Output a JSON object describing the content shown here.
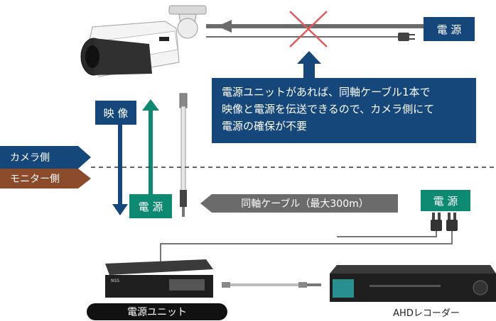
{
  "labels": {
    "power_top": "電 源",
    "power_mid": "電 源",
    "power_right": "電 源",
    "video": "映 像",
    "cable": "同軸ケーブル（最大300m）",
    "camera_side": "カメラ側",
    "monitor_side": "モニター側",
    "power_unit": "電源ユニット",
    "recorder": "AHDレコーダー"
  },
  "callout": {
    "line1": "電源ユニットがあれば、同軸ケーブル1本で",
    "line2": "映像と電源を伝送できるので、カメラ側にて",
    "line3": "電源の確保が不要"
  },
  "colors": {
    "navy": "#16477a",
    "teal": "#0f8a72",
    "gray": "#6b6b6b",
    "brown": "#8b4a2a",
    "cross": "#e05a5a"
  }
}
